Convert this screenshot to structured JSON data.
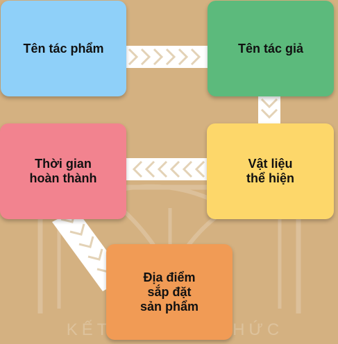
{
  "diagram": {
    "steps": [
      {
        "label": "Tên tác phẩm",
        "color": "#8fd0f9"
      },
      {
        "label": "Tên tác giả",
        "color": "#5cba7c"
      },
      {
        "label": "Vật liệu\nthể hiện",
        "color": "#fdd76a"
      },
      {
        "label": "Thời gian\nhoàn thành",
        "color": "#f2838f"
      },
      {
        "label": "Địa điểm\nsắp đặt\nsản phẩm",
        "color": "#f19b55"
      }
    ]
  },
  "watermark": {
    "text": "KẾT NỐI TRI THỨC"
  },
  "colors": {
    "background": "#d4b181",
    "connector": "#ffffff",
    "watermark": "#ffffff"
  }
}
